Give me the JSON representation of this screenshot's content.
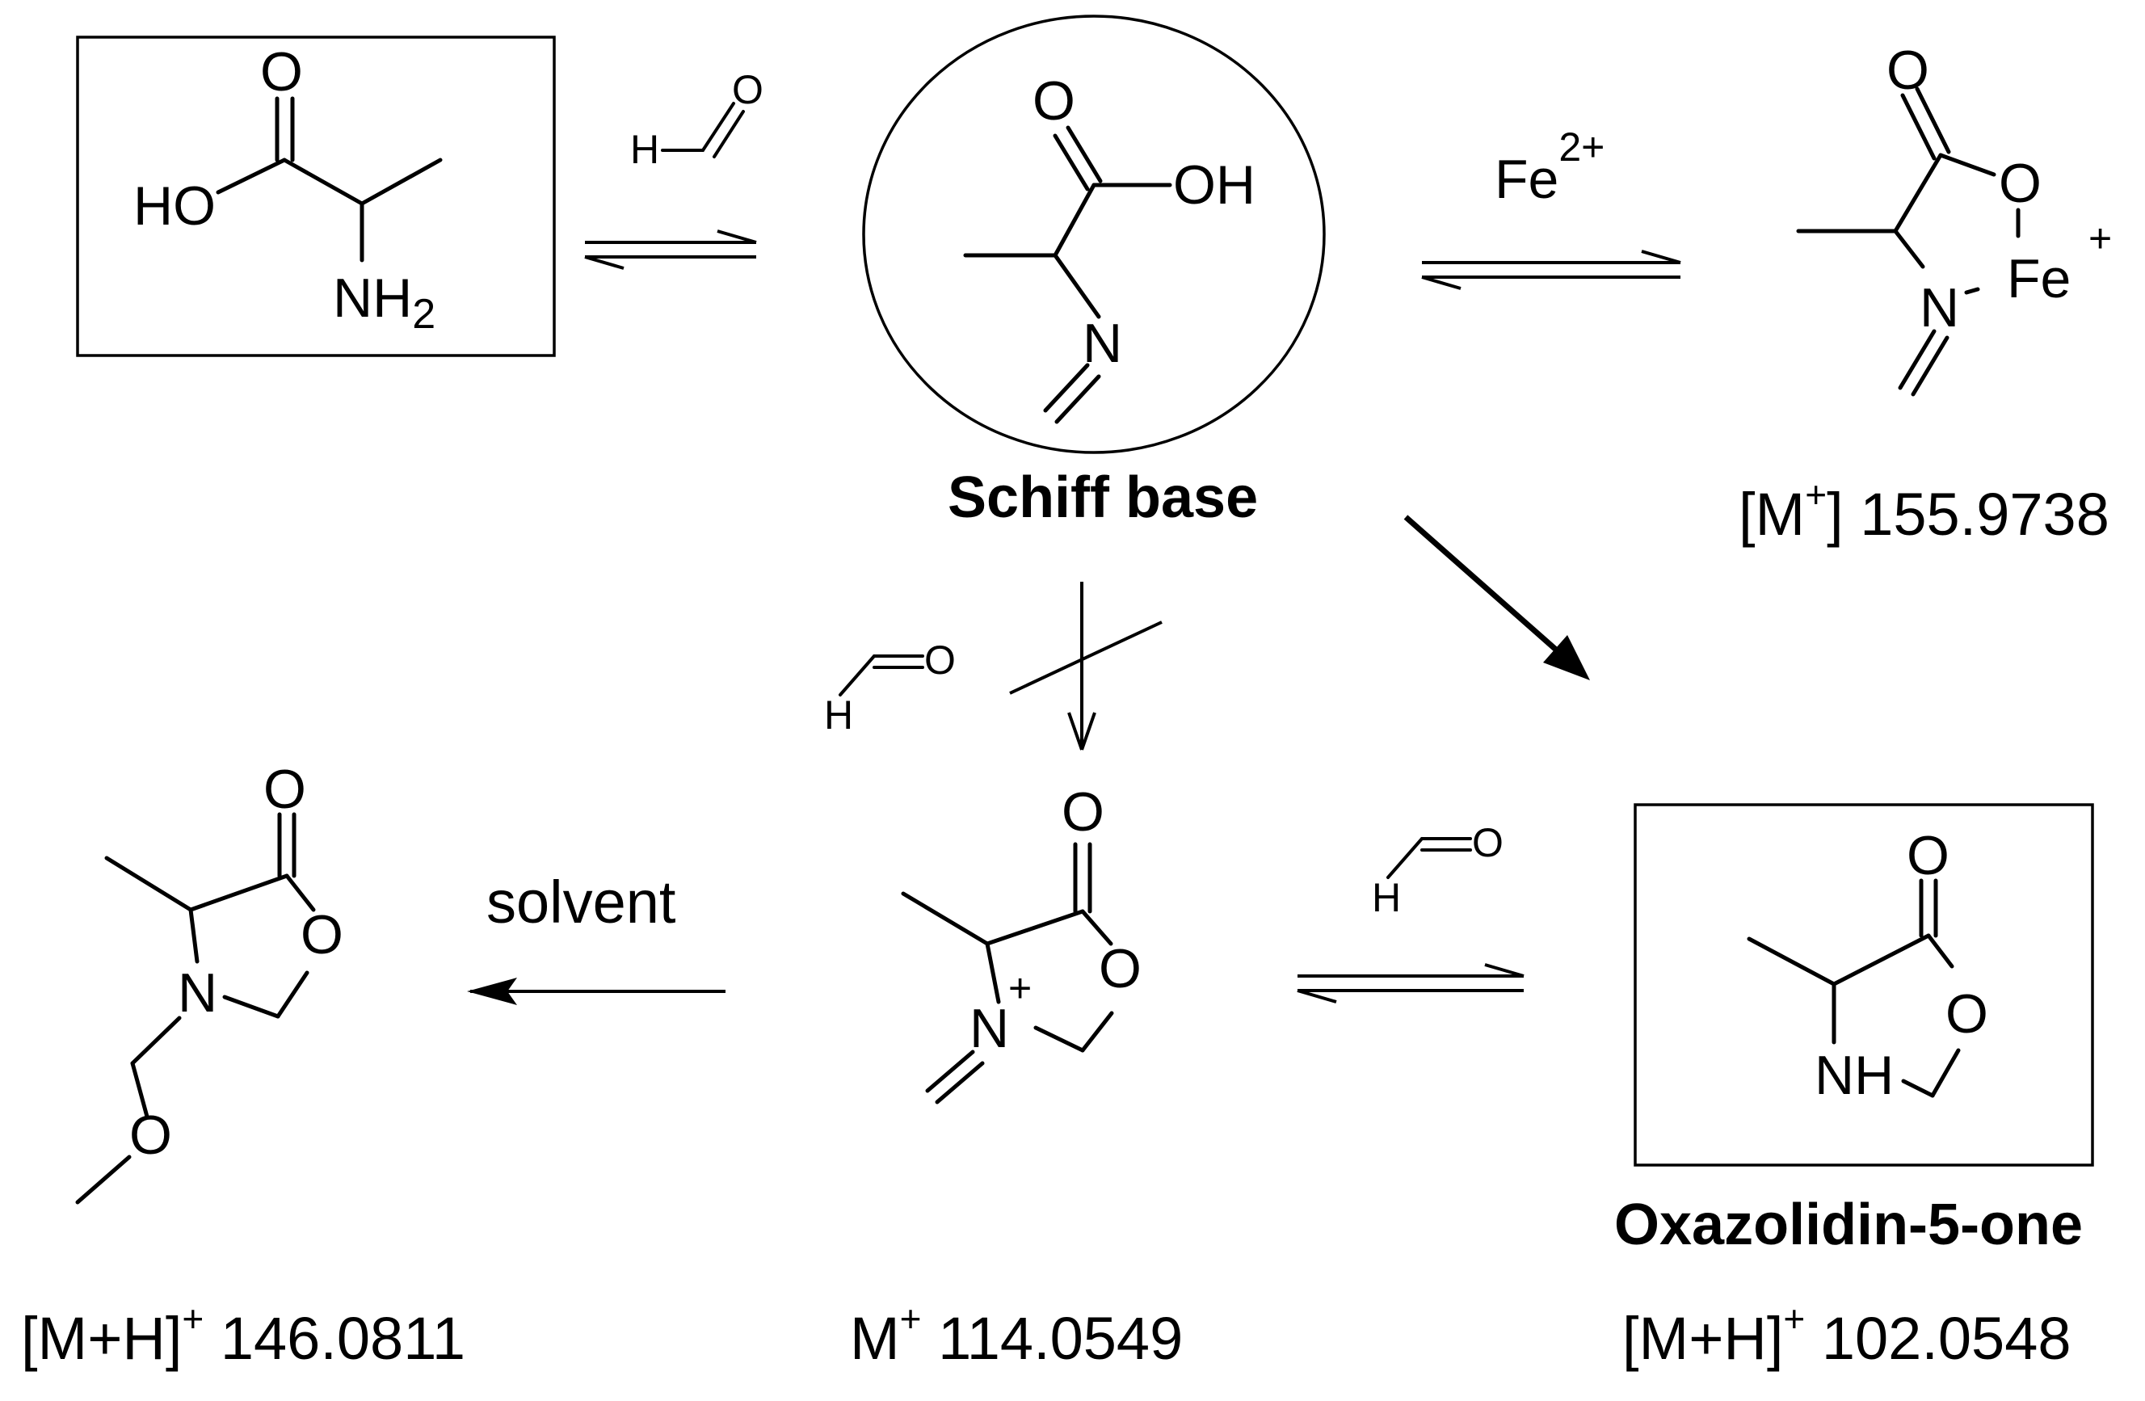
{
  "atoms": {
    "O": "O",
    "OH": "OH",
    "HO": "HO",
    "N": "N",
    "NH": "NH",
    "NH2_main": "NH",
    "NH2_sub": "2",
    "H": "H",
    "Fe": "Fe",
    "Fe_charge": "2+",
    "plus": "+"
  },
  "reagents": {
    "solvent": "solvent"
  },
  "labels": {
    "schiff_base": "Schiff base",
    "oxazolidinone": "Oxazolidin-5-one"
  },
  "masses": {
    "fe_complex": {
      "prefix": "[M",
      "sup": "+",
      "suffix": "] 155.9738"
    },
    "methoxymethyl": {
      "prefix": "[M+H]",
      "sup": "+",
      "suffix": " 146.0811"
    },
    "iminium": {
      "prefix": "M",
      "sup": "+",
      "suffix": " 114.0549"
    },
    "oxazolidinone": {
      "prefix": "[M+H]",
      "sup": "+",
      "suffix": " 102.0548"
    }
  }
}
